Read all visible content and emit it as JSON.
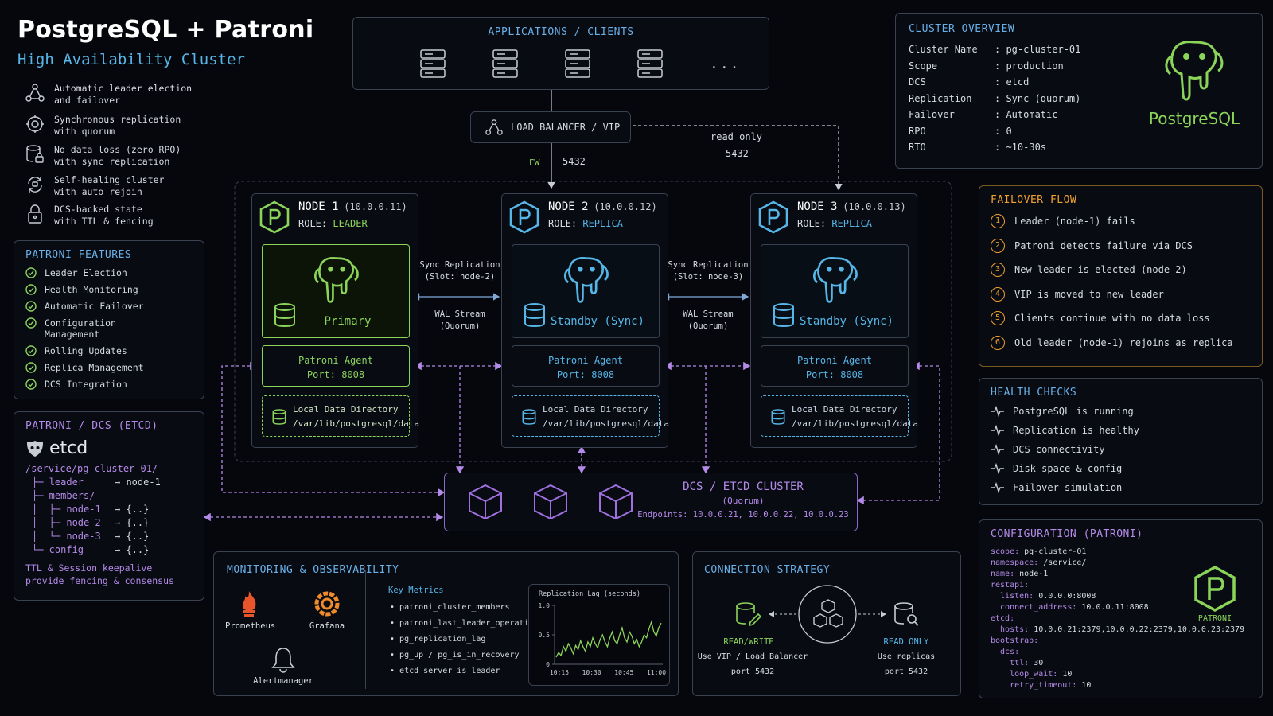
{
  "header": {
    "title": "PostgreSQL + Patroni",
    "subtitle": "High Availability Cluster"
  },
  "highlights": [
    {
      "icon": "network-nodes-icon",
      "text": "Automatic leader election\nand failover"
    },
    {
      "icon": "sync-gear-icon",
      "text": "Synchronous replication\nwith quorum"
    },
    {
      "icon": "database-lock-icon",
      "text": "No data loss (zero RPO)\nwith sync replication"
    },
    {
      "icon": "self-heal-icon",
      "text": "Self-healing cluster\nwith auto rejoin"
    },
    {
      "icon": "padlock-icon",
      "text": "DCS-backed state\nwith TTL & fencing"
    }
  ],
  "features": {
    "title": "PATRONI FEATURES",
    "items": [
      "Leader Election",
      "Health Monitoring",
      "Automatic Failover",
      "Configuration\nManagement",
      "Rolling Updates",
      "Replica Management",
      "DCS Integration"
    ]
  },
  "dcs_panel": {
    "title": "PATRONI / DCS (ETCD)",
    "logo_text": "etcd",
    "path": "/service/pg-cluster-01/",
    "tree": [
      {
        "key": "├─ leader",
        "val": "→ node-1"
      },
      {
        "key": "├─ members/",
        "val": ""
      },
      {
        "key": "│  ├─ node-1",
        "val": "→ {..}"
      },
      {
        "key": "│  ├─ node-2",
        "val": "→ {..}"
      },
      {
        "key": "│  └─ node-3",
        "val": "→ {..}"
      },
      {
        "key": "└─ config",
        "val": "→ {..}"
      }
    ],
    "footer": "TTL & Session keepalive\nprovide fencing & consensus"
  },
  "apps": {
    "title": "APPLICATIONS / CLIENTS",
    "more": "..."
  },
  "lb": {
    "label": "LOAD BALANCER / VIP",
    "rw": "rw",
    "rw_port": "5432",
    "ro": "read only",
    "ro_port": "5432"
  },
  "nodes": [
    {
      "name": "NODE 1",
      "ip": "(10.0.0.11)",
      "role_prefix": "ROLE:",
      "role": "LEADER",
      "db_label": "Primary",
      "agent": "Patroni Agent",
      "agent_port": "Port: 8008",
      "data_title": "Local Data Directory",
      "data_path": "/var/lib/postgresql/data",
      "accent": "#8bd45a"
    },
    {
      "name": "NODE 2",
      "ip": "(10.0.0.12)",
      "role_prefix": "ROLE:",
      "role": "REPLICA",
      "db_label": "Standby (Sync)",
      "agent": "Patroni Agent",
      "agent_port": "Port: 8008",
      "data_title": "Local Data Directory",
      "data_path": "/var/lib/postgresql/data",
      "accent": "#56b6e8"
    },
    {
      "name": "NODE 3",
      "ip": "(10.0.0.13)",
      "role_prefix": "ROLE:",
      "role": "REPLICA",
      "db_label": "Standby (Sync)",
      "agent": "Patroni Agent",
      "agent_port": "Port: 8008",
      "data_title": "Local Data Directory",
      "data_path": "/var/lib/postgresql/data",
      "accent": "#56b6e8"
    }
  ],
  "replication_links": [
    {
      "sync": "Sync Replication\n(Slot: node-2)",
      "wal": "WAL Stream\n(Quorum)"
    },
    {
      "sync": "Sync Replication\n(Slot: node-3)",
      "wal": "WAL Stream\n(Quorum)"
    }
  ],
  "etcd_cluster": {
    "title": "DCS / ETCD CLUSTER",
    "subtitle": "(Quorum)",
    "endpoints": "Endpoints: 10.0.0.21, 10.0.0.22, 10.0.0.23"
  },
  "monitoring": {
    "title": "MONITORING & OBSERVABILITY",
    "tools": [
      "Prometheus",
      "Grafana",
      "Alertmanager"
    ],
    "metrics_title": "Key Metrics",
    "metrics": [
      "patroni_cluster_members",
      "patroni_last_leader_operation",
      "pg_replication_lag",
      "pg_up / pg_is_in_recovery",
      "etcd_server_is_leader"
    ]
  },
  "connection": {
    "title": "CONNECTION STRATEGY",
    "rw_label": "READ/WRITE",
    "rw_desc": "Use VIP / Load Balancer",
    "rw_port": "port 5432",
    "ro_label": "READ ONLY",
    "ro_desc": "Use replicas",
    "ro_port": "port 5432"
  },
  "overview": {
    "title": "CLUSTER OVERVIEW",
    "rows": [
      {
        "k": "Cluster Name",
        "v": ": pg-cluster-01"
      },
      {
        "k": "Scope",
        "v": ": production"
      },
      {
        "k": "DCS",
        "v": ": etcd"
      },
      {
        "k": "Replication",
        "v": ": Sync (quorum)"
      },
      {
        "k": "Failover",
        "v": ": Automatic"
      },
      {
        "k": "RPO",
        "v": ": 0"
      },
      {
        "k": "RTO",
        "v": ": ~10-30s"
      }
    ],
    "logo_text": "PostgreSQL"
  },
  "failover": {
    "title": "FAILOVER FLOW",
    "steps": [
      "Leader (node-1) fails",
      "Patroni detects failure via DCS",
      "New leader is elected (node-2)",
      "VIP is moved to new leader",
      "Clients continue with no data loss",
      "Old leader (node-1) rejoins as replica"
    ]
  },
  "health": {
    "title": "HEALTH CHECKS",
    "items": [
      "PostgreSQL is running",
      "Replication is healthy",
      "DCS connectivity",
      "Disk space & config",
      "Failover simulation"
    ]
  },
  "config": {
    "title": "CONFIGURATION (PATRONI)",
    "lines": [
      {
        "k": "scope:",
        "v": " pg-cluster-01"
      },
      {
        "k": "namespace:",
        "v": " /service/"
      },
      {
        "k": "name:",
        "v": " node-1"
      },
      {
        "k": "restapi:",
        "v": ""
      },
      {
        "k": "  listen:",
        "v": " 0.0.0.0:8008"
      },
      {
        "k": "  connect_address:",
        "v": " 10.0.0.11:8008"
      },
      {
        "k": "etcd:",
        "v": ""
      },
      {
        "k": "  hosts:",
        "v": " 10.0.0.21:2379,10.0.0.22:2379,10.0.0.23:2379"
      },
      {
        "k": "bootstrap:",
        "v": ""
      },
      {
        "k": "  dcs:",
        "v": ""
      },
      {
        "k": "    ttl:",
        "v": " 30"
      },
      {
        "k": "    loop_wait:",
        "v": " 10"
      },
      {
        "k": "    retry_timeout:",
        "v": " 10"
      }
    ],
    "logo_text": "PATRONI"
  },
  "chart_data": {
    "type": "line",
    "title": "Replication Lag (seconds)",
    "x_ticks": [
      "10:15",
      "10:30",
      "10:45",
      "11:00"
    ],
    "y_ticks": [
      "0",
      "0.5",
      "1.0"
    ],
    "ylim": [
      0,
      1.0
    ],
    "values": [
      0.12,
      0.2,
      0.15,
      0.3,
      0.22,
      0.35,
      0.28,
      0.18,
      0.32,
      0.25,
      0.4,
      0.3,
      0.22,
      0.38,
      0.3,
      0.45,
      0.35,
      0.28,
      0.42,
      0.5,
      0.38,
      0.3,
      0.45,
      0.55,
      0.4,
      0.35,
      0.5,
      0.62,
      0.45,
      0.38,
      0.55,
      0.48,
      0.35,
      0.42,
      0.3,
      0.38,
      0.5,
      0.45,
      0.6,
      0.72,
      0.55,
      0.48,
      0.62,
      0.7
    ]
  }
}
